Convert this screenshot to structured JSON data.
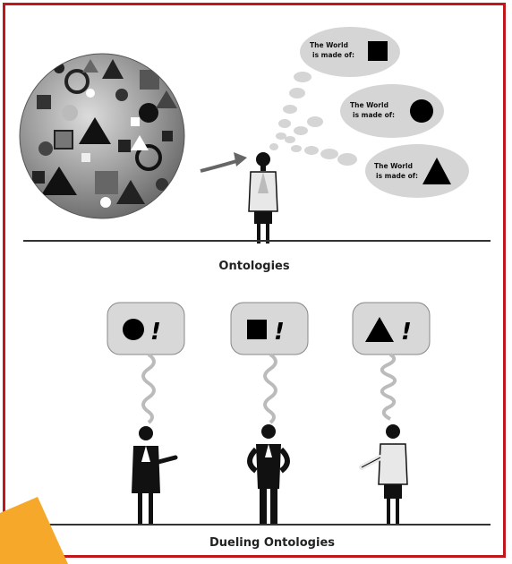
{
  "figure": {
    "border_color": "#c0171c",
    "accent_color": "#f5a82a",
    "top_panel": {
      "caption": "Ontologies",
      "thought_bubbles": [
        {
          "line1": "The World",
          "line2": "is made of:",
          "shape": "square"
        },
        {
          "line1": "The World",
          "line2": "is made of:",
          "shape": "circle"
        },
        {
          "line1": "The World",
          "line2": "is made of:",
          "shape": "triangle"
        }
      ]
    },
    "bottom_panel": {
      "caption": "Dueling Ontologies",
      "exclamations": [
        {
          "shape": "circle",
          "mark": "!"
        },
        {
          "shape": "square",
          "mark": "!"
        },
        {
          "shape": "triangle",
          "mark": "!"
        }
      ]
    }
  }
}
